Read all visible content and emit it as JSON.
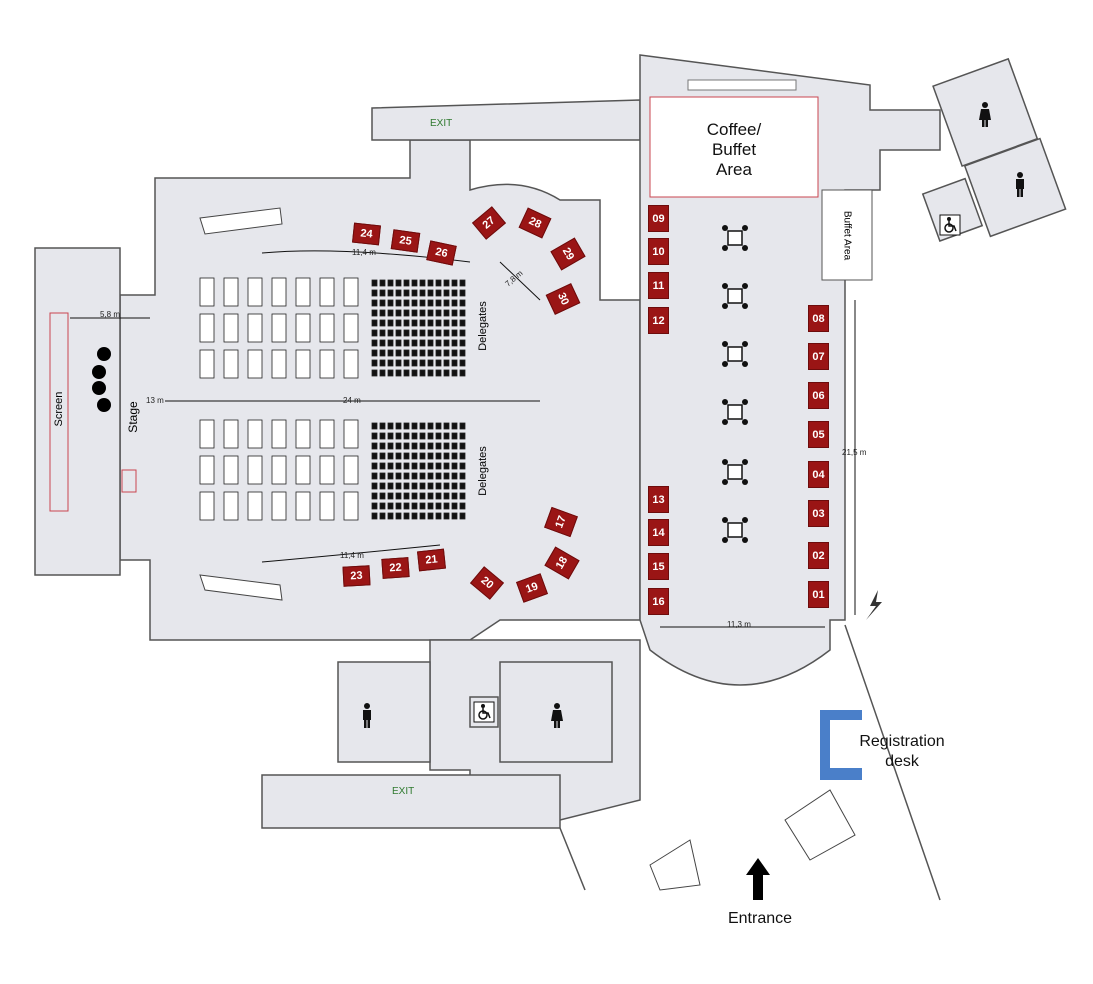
{
  "labels": {
    "coffee": [
      "Coffee/",
      "Buffet",
      "Area"
    ],
    "buffet_side": "Buffet Area",
    "screen": "Screen",
    "stage": "Stage",
    "delegates_top": "Delegates",
    "delegates_bottom": "Delegates",
    "registration": [
      "Registration",
      "desk"
    ],
    "entrance": "Entrance",
    "exit_top": "EXIT",
    "exit_bottom": "EXIT"
  },
  "dimensions": {
    "d_5_8": "5,8 m",
    "d_13": "13 m",
    "d_24": "24 m",
    "d_11_4_top": "11,4 m",
    "d_11_4_bottom": "11,4 m",
    "d_7_8": "7,8 m",
    "d_21_5": "21,5 m",
    "d_11_3": "11,3 m"
  },
  "booths": {
    "b01": "01",
    "b02": "02",
    "b03": "03",
    "b04": "04",
    "b05": "05",
    "b06": "06",
    "b07": "07",
    "b08": "08",
    "b09": "09",
    "b10": "10",
    "b11": "11",
    "b12": "12",
    "b13": "13",
    "b14": "14",
    "b15": "15",
    "b16": "16",
    "b17": "17",
    "b18": "18",
    "b19": "19",
    "b20": "20",
    "b21": "21",
    "b22": "22",
    "b23": "23",
    "b24": "24",
    "b25": "25",
    "b26": "26",
    "b27": "27",
    "b28": "28",
    "b29": "29",
    "b30": "30"
  },
  "colors": {
    "floor": "#e6e7ec",
    "wall": "#555555",
    "booth": "#9a1515",
    "coffee_border": "#c9454f",
    "registration": "#4a7fc9",
    "exit_text": "#2f7a2f"
  },
  "icons": [
    "restroom-man-icon",
    "restroom-woman-icon",
    "wheelchair-icon",
    "electric-bolt-icon",
    "entrance-arrow-icon",
    "table-icon"
  ]
}
